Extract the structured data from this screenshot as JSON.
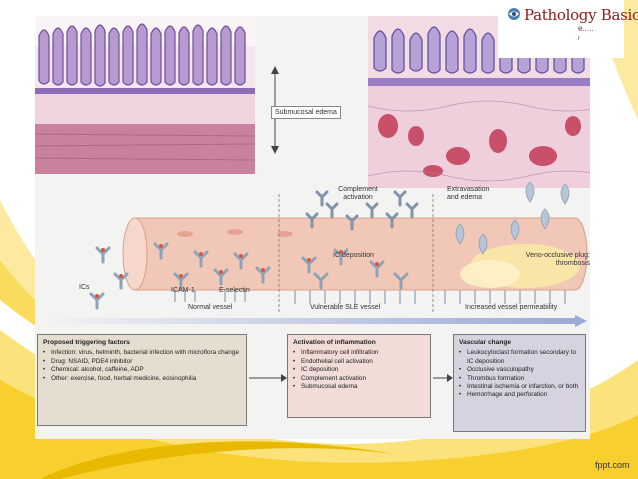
{
  "logo": {
    "title": "Pathology Basics",
    "subtitle_fragment": "e.....",
    "subtitle_fragment2": "r"
  },
  "histology": {
    "edema_label": "Submucosal edema"
  },
  "diagram": {
    "complement_label": "Complement activation",
    "extravasation_label": "Extravasation and edema",
    "ics_label": "ICs",
    "ic_deposition_label": "IC deposition",
    "veno_label": "Veno-occlusive plug: thrombosis",
    "icam_label": "ICAM-1",
    "eselectin_label": "E-selectin",
    "stages": [
      "Normal vessel",
      "Vulnerable SLE vessel",
      "Increased vessel permeability"
    ]
  },
  "boxes": {
    "triggers": {
      "title": "Proposed triggering factors",
      "items": [
        "Infection: virus, helminth, bacterial infection with microflora change",
        "Drug: NSAID, PDE4 inhibitor",
        "Chemical: alcohol, caffeine, ADP",
        "Other: exercise, food, herbal medicine, eosinophilia"
      ]
    },
    "inflammation": {
      "title": "Activation of inflammation",
      "items": [
        "Inflammatory cell infiltration",
        "Endothelial cell activation",
        "IC deposition",
        "Complement activation",
        "Submucosal edema"
      ]
    },
    "vascular": {
      "title": "Vascular change",
      "items": [
        "Leukocytoclast formation secondary to IC deposition",
        "Occlusive vasculopathy",
        "Thrombus formation",
        "Intestinal ischemia or infarction, or both",
        "Hemorrhage and perforation"
      ]
    }
  },
  "footer": {
    "credit": "fppt.com"
  },
  "colors": {
    "swoosh": "#f5c518",
    "vessel": "#f1c8b8",
    "triggers_bg": "#e4ddd0",
    "inflammation_bg": "#f1dcd7",
    "vascular_bg": "#d6d2e0"
  }
}
